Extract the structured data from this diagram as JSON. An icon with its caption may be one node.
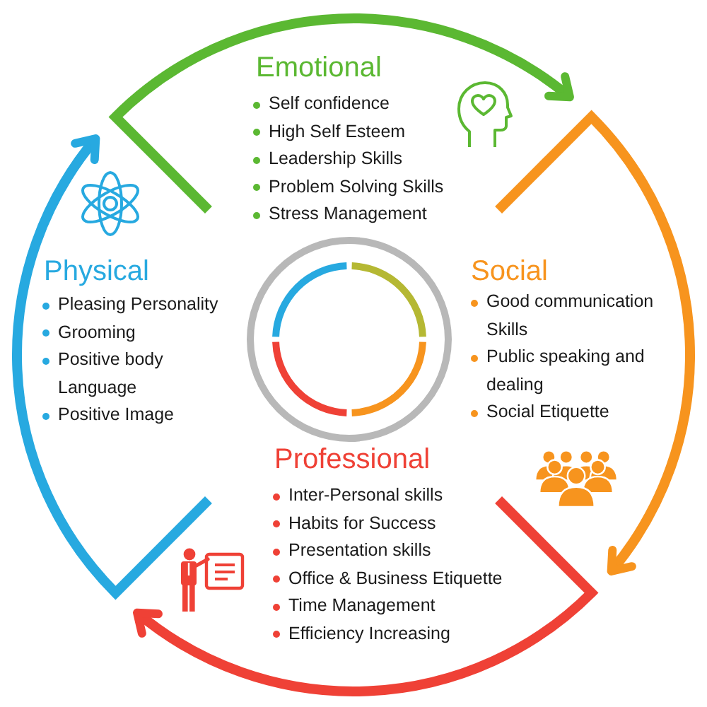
{
  "diagram": {
    "nodes": [
      {
        "text": [
          "Emotional",
          "Self confidence",
          "High Self Esteem",
          "Leadership Skills",
          "Problem Solving Skills",
          "Stress Management"
        ]
      },
      {
        "text": [
          "Physical",
          "Pleasing Personality",
          "Grooming",
          "Positive body Language",
          "Positive Image"
        ]
      },
      {
        "text": [
          "Social",
          "Good communication Skills",
          "Public speaking and dealing",
          "Social Etiquette"
        ]
      },
      {
        "text": [
          "Professional",
          "Inter-Personal skills",
          "Habits for Success",
          "Presentation skills",
          "Office & Business Etiquette",
          "Time Management",
          "Efficiency Increasing"
        ]
      }
    ],
    "edges": [
      {
        "from": 0,
        "to": 2,
        "arrow": "to",
        "color": "#5bb832"
      },
      {
        "from": 2,
        "to": 3,
        "arrow": "to",
        "color": "#f7941e"
      },
      {
        "from": 3,
        "to": 1,
        "arrow": "to",
        "color": "#ef4136"
      },
      {
        "from": 1,
        "to": 0,
        "arrow": "to",
        "color": "#27a9e0"
      }
    ]
  }
}
